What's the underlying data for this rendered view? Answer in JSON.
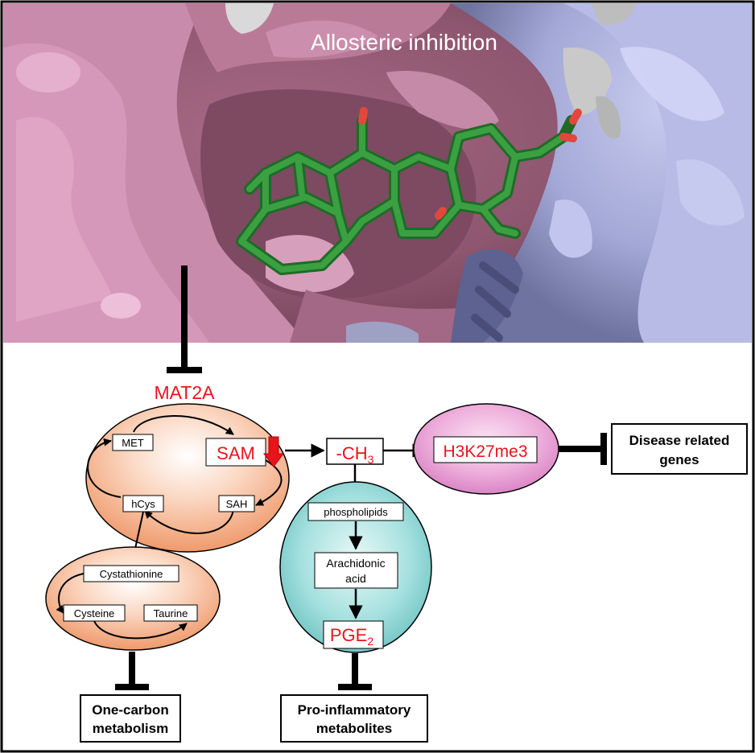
{
  "figure": {
    "header_title": "Allosteric inhibition",
    "enzyme_label": "MAT2A",
    "methionine_cycle": {
      "met": "MET",
      "sam": "SAM",
      "sah": "SAH",
      "hcys": "hCys"
    },
    "transsulfuration": {
      "cystathionine": "Cystathionine",
      "cysteine": "Cysteine",
      "taurine": "Taurine"
    },
    "methyl": {
      "prefix": "-CH",
      "subscript": "3"
    },
    "histone_mark": "H3K27me3",
    "outcome_genes": {
      "line1": "Disease related",
      "line2": "genes"
    },
    "lipid_pathway": {
      "phospholipids": "phospholipids",
      "arachidonic_line1": "Arachidonic",
      "arachidonic_line2": "acid",
      "pge_prefix": "PGE",
      "pge_subscript": "2"
    },
    "outcome_one_carbon": {
      "line1": "One-carbon",
      "line2": "metabolism"
    },
    "outcome_inflammatory": {
      "line1": "Pro-inflammatory",
      "line2": "metabolites"
    }
  },
  "colors": {
    "highlight_red": "#e8141c",
    "orange_ellipse": "#f2a27a",
    "pink_ellipse": "#e38fcf",
    "teal_ellipse": "#7ccfce",
    "protein_pink": "#c07b9b",
    "protein_lavender": "#a8acd6",
    "ligand_green": "#2e8b34",
    "oxygen_red": "#e2473d"
  }
}
